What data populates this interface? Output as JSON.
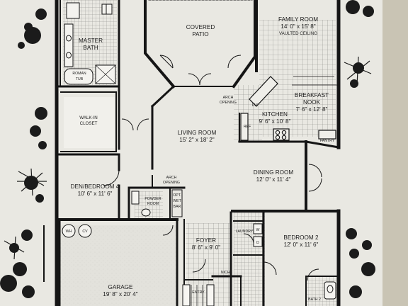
{
  "rooms": {
    "master_bath": {
      "name": "MASTER",
      "name2": "BATH"
    },
    "roman_tub": {
      "name": "ROMAN",
      "name2": "TUB"
    },
    "covered_patio": {
      "name": "COVERED",
      "name2": "PATIO"
    },
    "family_room": {
      "name": "FAMILY ROOM",
      "dims": "14' 0\" x 15' 8\"",
      "note": "VAULTED CEILING"
    },
    "walk_in_closet": {
      "name": "WALK-IN",
      "name2": "CLOSET"
    },
    "breakfast_nook": {
      "name": "BREAKFAST",
      "name2": "NOOK",
      "dims": "7' 6\" x 12' 8\""
    },
    "kitchen": {
      "name": "KITCHEN",
      "dims": "9' 6\" x 10' 8\""
    },
    "living_room": {
      "name": "LIVING ROOM",
      "dims": "15' 2\" x 18' 2\""
    },
    "dining_room": {
      "name": "DINING ROOM",
      "dims": "12' 0\" x 11' 4\""
    },
    "den_bedroom4": {
      "name": "DEN/BEDROOM 4",
      "dims": "10' 6\" x 11' 6\""
    },
    "powder_room": {
      "name": "POWDER",
      "name2": "ROOM"
    },
    "opt_wet_bar": {
      "name": "OPT.",
      "name2": "WET",
      "name3": "BAR"
    },
    "foyer": {
      "name": "FOYER",
      "dims": "8' 6\" x 9' 0\""
    },
    "laundry": {
      "name": "LAUNDRY"
    },
    "bedroom2": {
      "name": "BEDROOM 2",
      "dims": "12' 0\" x 11' 6\""
    },
    "garage": {
      "name": "GARAGE",
      "dims": "19' 8\" x 20' 4\""
    },
    "entry": {
      "name": "ENTRY"
    },
    "bath2": {
      "name": "BATH 2"
    }
  },
  "labels": {
    "arch_opening_top": {
      "line1": "ARCH",
      "line2": "OPENING"
    },
    "arch_opening_left": {
      "line1": "ARCH",
      "line2": "OPENING"
    },
    "dw": "DW",
    "ref": "REF",
    "pantry": "PANTRY",
    "niche": "NICHE",
    "wh": "WH",
    "cv": "CV",
    "w": "W",
    "d": "D"
  },
  "colors": {
    "paper": "#e9e8e2",
    "ink": "#151515",
    "tile": "#8a8a86",
    "right_margin": "#c9c4b4"
  }
}
